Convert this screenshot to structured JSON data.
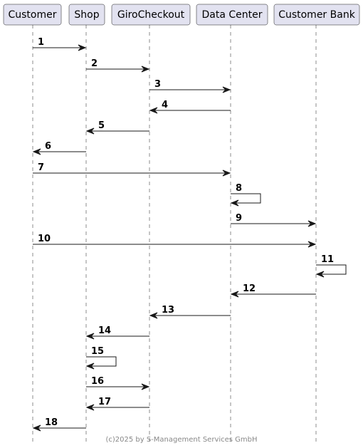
{
  "participants": [
    {
      "id": "customer",
      "label": "Customer"
    },
    {
      "id": "shop",
      "label": "Shop"
    },
    {
      "id": "giro",
      "label": "GiroCheckout"
    },
    {
      "id": "dc",
      "label": "Data Center"
    },
    {
      "id": "bank",
      "label": "Customer Bank"
    }
  ],
  "messages": [
    {
      "label": "1",
      "from": "customer",
      "to": "shop"
    },
    {
      "label": "2",
      "from": "shop",
      "to": "giro"
    },
    {
      "label": "3",
      "from": "giro",
      "to": "dc"
    },
    {
      "label": "4",
      "from": "dc",
      "to": "giro"
    },
    {
      "label": "5",
      "from": "giro",
      "to": "shop"
    },
    {
      "label": "6",
      "from": "shop",
      "to": "customer"
    },
    {
      "label": "7",
      "from": "customer",
      "to": "dc"
    },
    {
      "label": "8",
      "from": "dc",
      "to": "dc"
    },
    {
      "label": "9",
      "from": "dc",
      "to": "bank"
    },
    {
      "label": "10",
      "from": "customer",
      "to": "bank"
    },
    {
      "label": "11",
      "from": "bank",
      "to": "bank"
    },
    {
      "label": "12",
      "from": "bank",
      "to": "dc"
    },
    {
      "label": "13",
      "from": "dc",
      "to": "giro"
    },
    {
      "label": "14",
      "from": "giro",
      "to": "shop"
    },
    {
      "label": "15",
      "from": "shop",
      "to": "shop"
    },
    {
      "label": "16",
      "from": "shop",
      "to": "giro"
    },
    {
      "label": "17",
      "from": "giro",
      "to": "shop"
    },
    {
      "label": "18",
      "from": "shop",
      "to": "customer"
    }
  ],
  "footer": "(c)2025 by S-Management Services GmbH"
}
